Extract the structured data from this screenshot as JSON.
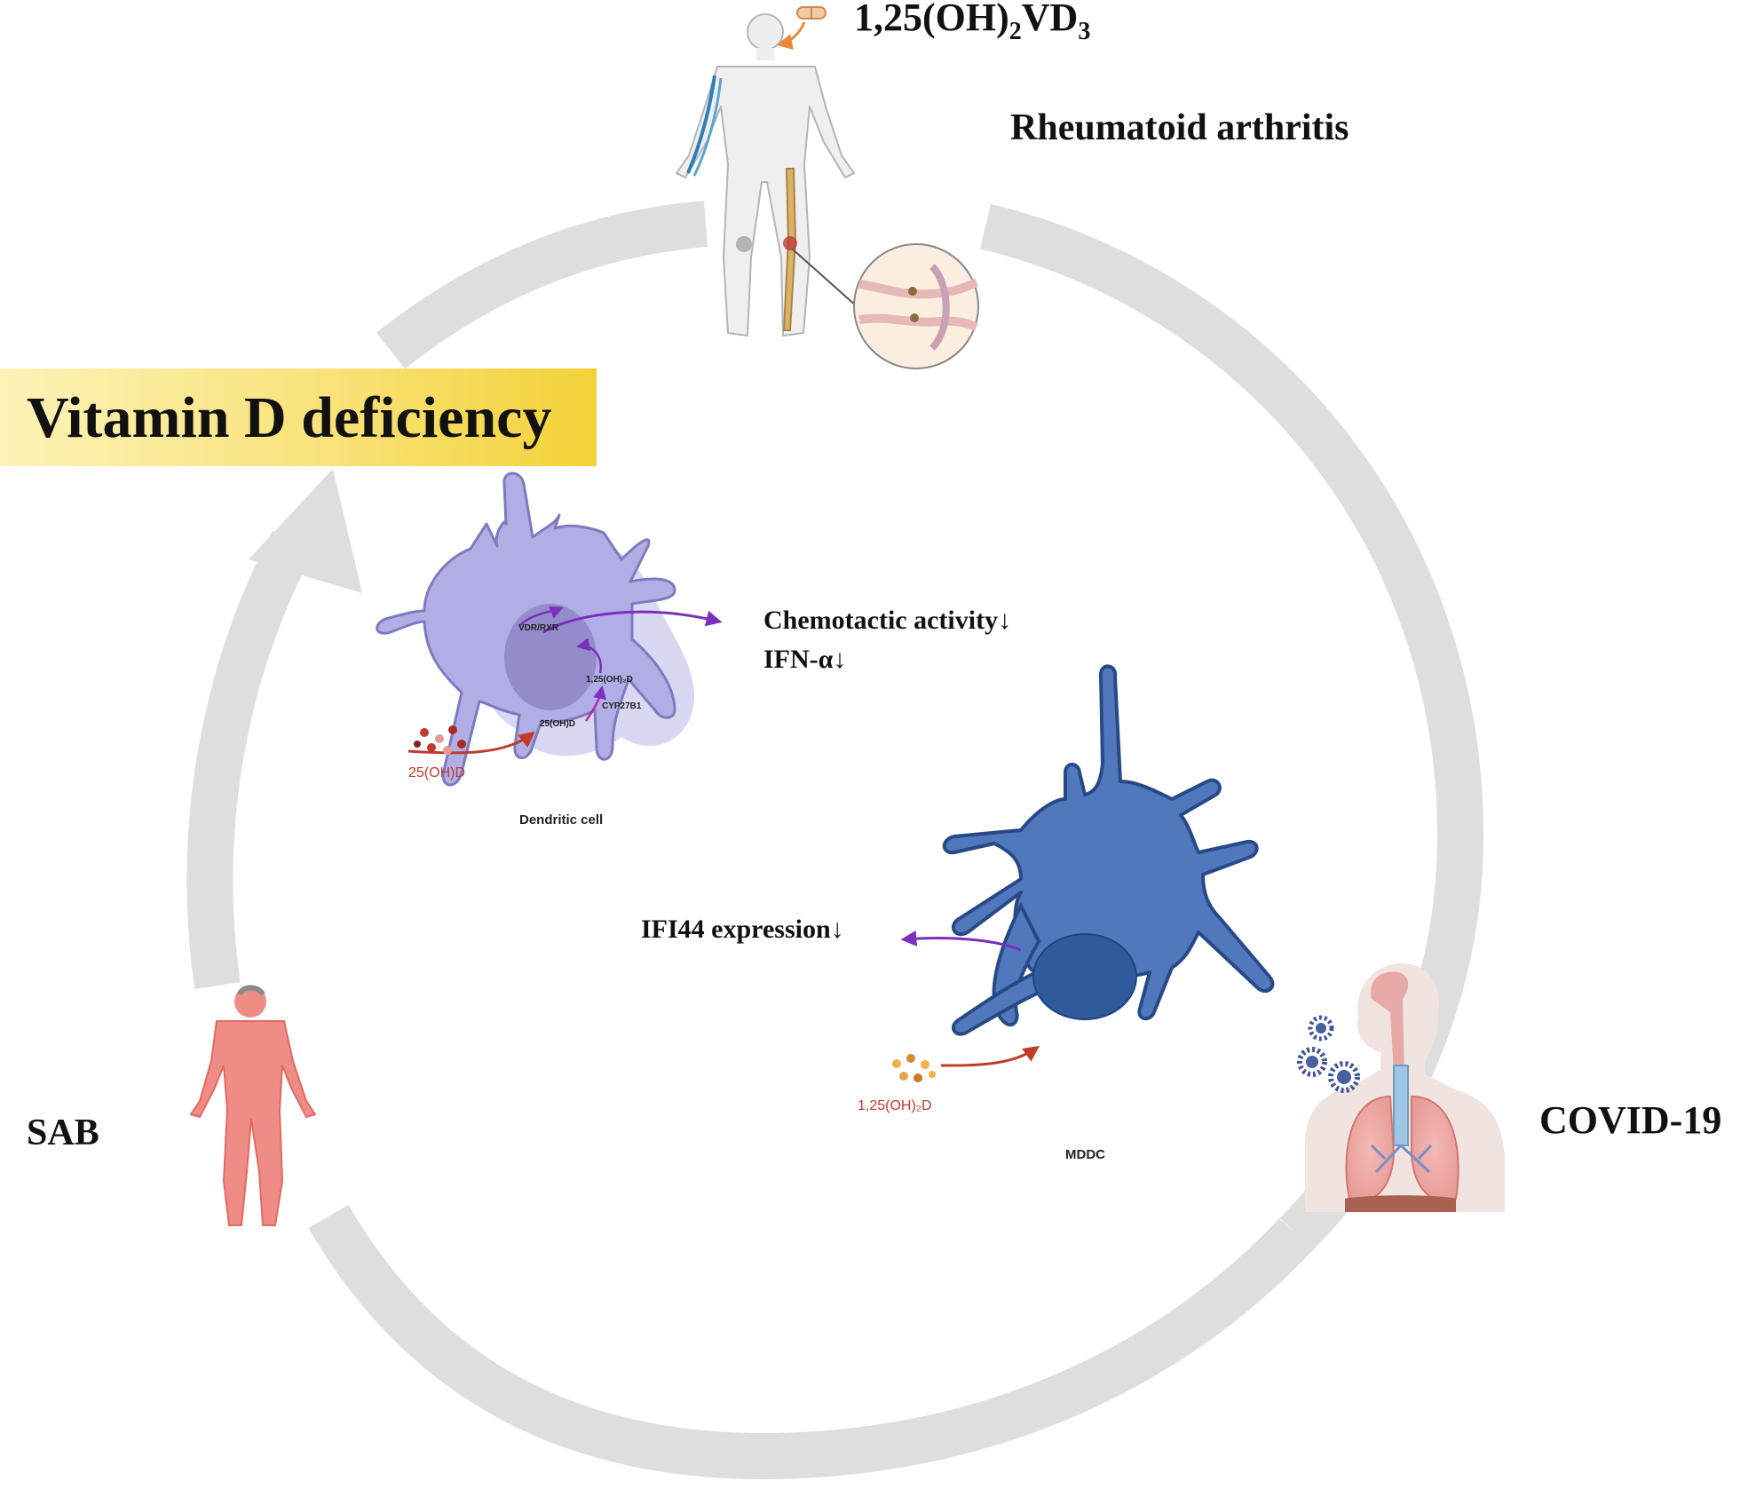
{
  "title": "Vitamin D deficiency",
  "labels": {
    "drug": "1,25(OH)",
    "drug_sub": "2",
    "drug_suffix": "VD",
    "drug_sub2": "3",
    "ra": "Rheumatoid arthritis",
    "sab": "SAB",
    "covid": "COVID-19",
    "chemotactic": "Chemotactic activity↓",
    "ifn": "IFN-α↓",
    "ifi44": "IFI44 expression↓"
  },
  "dendritic_cell": {
    "name": "Dendritic cell",
    "receptor": "VDR/RXR",
    "active": "1,25(OH)₂D",
    "enzyme": "CYP27B1",
    "inner_precursor": "25(OH)D",
    "outer_precursor": "25(OH)D"
  },
  "mddc": {
    "name": "MDDC",
    "ligand": "1,25(OH)₂D"
  },
  "colors": {
    "cycle_ring": "#dedede",
    "banner": "#f6d84a",
    "dc_body": "#b1aee6",
    "dc_nucleus": "#8f88c7",
    "mddc_body": "#5178bd",
    "mddc_nucleus": "#2f5a9c",
    "purple_arrow": "#7b2fbe",
    "red_arrow": "#c23a2a",
    "sab_figure": "#f08c86"
  }
}
